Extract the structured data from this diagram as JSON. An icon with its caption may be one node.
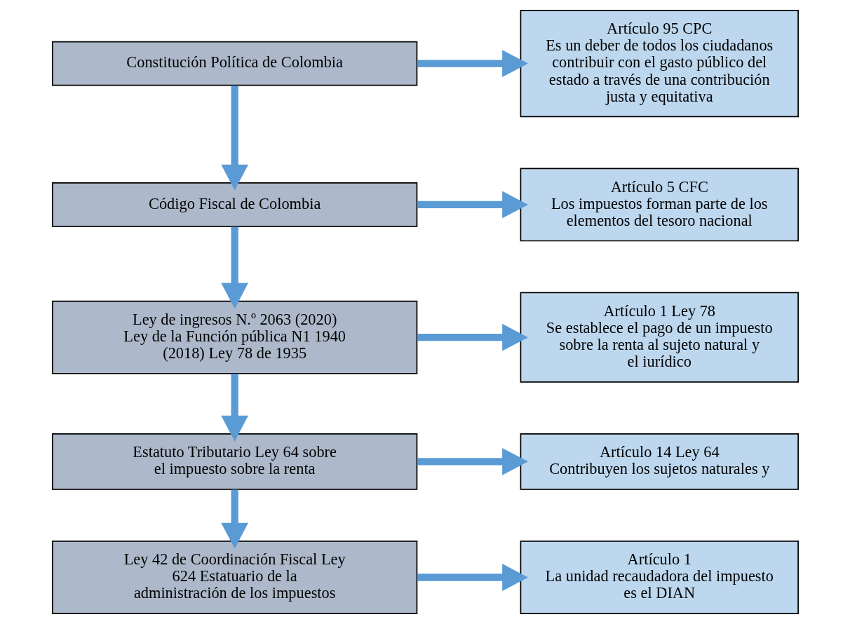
{
  "diagram": {
    "nodes": [
      {
        "text": [
          "Constitución Política de Colombia"
        ]
      },
      {
        "text": [
          "Código Fiscal de Colombia"
        ]
      },
      {
        "text": [
          "Ley de ingresos N.º 2063 (2020) Ley de la Función pública N1 1940 (2018) Ley 78 de 1935"
        ]
      },
      {
        "text": [
          "Estatuto Tributario Ley 64 sobre el impuesto sobre la renta"
        ]
      },
      {
        "text": [
          "Ley 42 de Coordinación Fiscal Ley 624 Estatuario de la administración de los impuestos"
        ]
      },
      {
        "text": [
          "Artículo 95 CPC",
          "Es un deber de todos los ciudadanos contribuir con el gasto público del estado a través de una contribución justa y equitativa"
        ]
      },
      {
        "text": [
          "Artículo 5 CFC",
          "Los impuestos forman parte de los elementos del tesoro nacional"
        ]
      },
      {
        "text": [
          "Artículo 1 Ley 78",
          "Se establece el pago de un impuesto sobre la renta al sujeto natural y el iurídico"
        ]
      },
      {
        "text": [
          "Artículo 14 Ley 64",
          "Contribuyen los sujetos naturales y"
        ]
      },
      {
        "text": [
          "Artículo 1",
          "La unidad recaudadora del impuesto es el DIAN"
        ]
      }
    ],
    "edges": [
      {
        "from": 0,
        "to": 1,
        "arrow": "to"
      },
      {
        "from": 1,
        "to": 2,
        "arrow": "to"
      },
      {
        "from": 2,
        "to": 3,
        "arrow": "to"
      },
      {
        "from": 3,
        "to": 4,
        "arrow": "to"
      },
      {
        "from": 0,
        "to": 5,
        "arrow": "to"
      },
      {
        "from": 1,
        "to": 6,
        "arrow": "to"
      },
      {
        "from": 2,
        "to": 7,
        "arrow": "to"
      },
      {
        "from": 3,
        "to": 8,
        "arrow": "to"
      },
      {
        "from": 4,
        "to": 9,
        "arrow": "to"
      }
    ]
  }
}
